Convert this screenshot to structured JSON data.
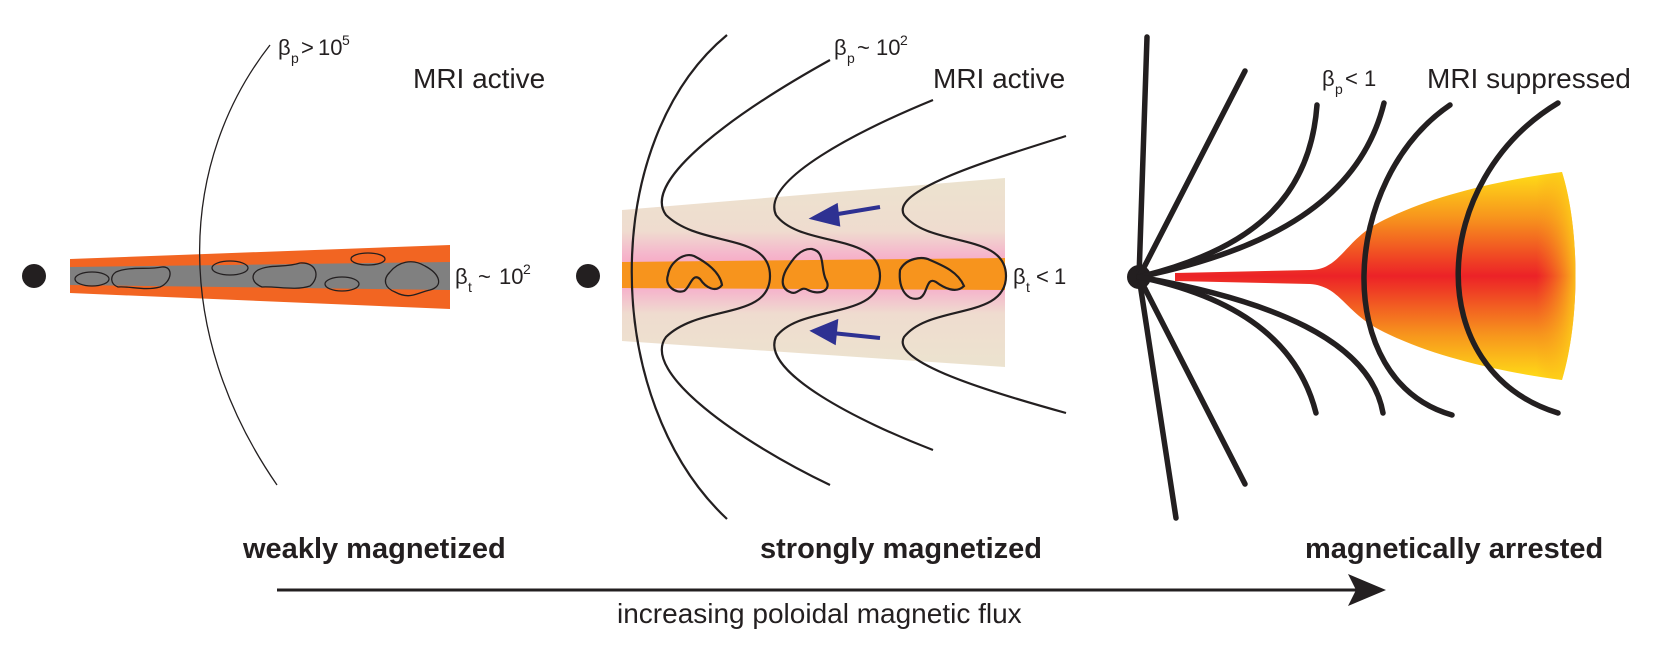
{
  "panels": [
    {
      "regime_label": "weakly magnetized",
      "mri_status": "MRI active",
      "poloidal_beta": {
        "symbol": "β",
        "subscript": "p",
        "relation": ">",
        "value": "10",
        "exponent": "5"
      },
      "toroidal_beta": {
        "symbol": "β",
        "subscript": "t",
        "relation": "~",
        "value": "10",
        "exponent": "2"
      }
    },
    {
      "regime_label": "strongly magnetized",
      "mri_status": "MRI active",
      "poloidal_beta": {
        "symbol": "β",
        "subscript": "p",
        "relation": "~",
        "value": "10",
        "exponent": "2"
      },
      "toroidal_beta": {
        "symbol": "β",
        "subscript": "t",
        "relation": "<",
        "value": "1",
        "exponent": ""
      }
    },
    {
      "regime_label": "magnetically arrested",
      "mri_status": "MRI suppressed",
      "poloidal_beta": {
        "symbol": "β",
        "subscript": "p",
        "relation": "<",
        "value": "1",
        "exponent": ""
      }
    }
  ],
  "axis": {
    "label": "increasing poloidal magnetic flux"
  },
  "colors": {
    "ink": "#231f20",
    "disk_orange": "#f26522",
    "disk_core_gray": "#808080",
    "glow_tan": "#ece3cf",
    "glow_pink": "#f7a8c8",
    "core_orange": "#f7941d",
    "inflow_arrow": "#2e3192",
    "mad_red": "#ec2227",
    "mad_yellow": "#ffde17"
  }
}
